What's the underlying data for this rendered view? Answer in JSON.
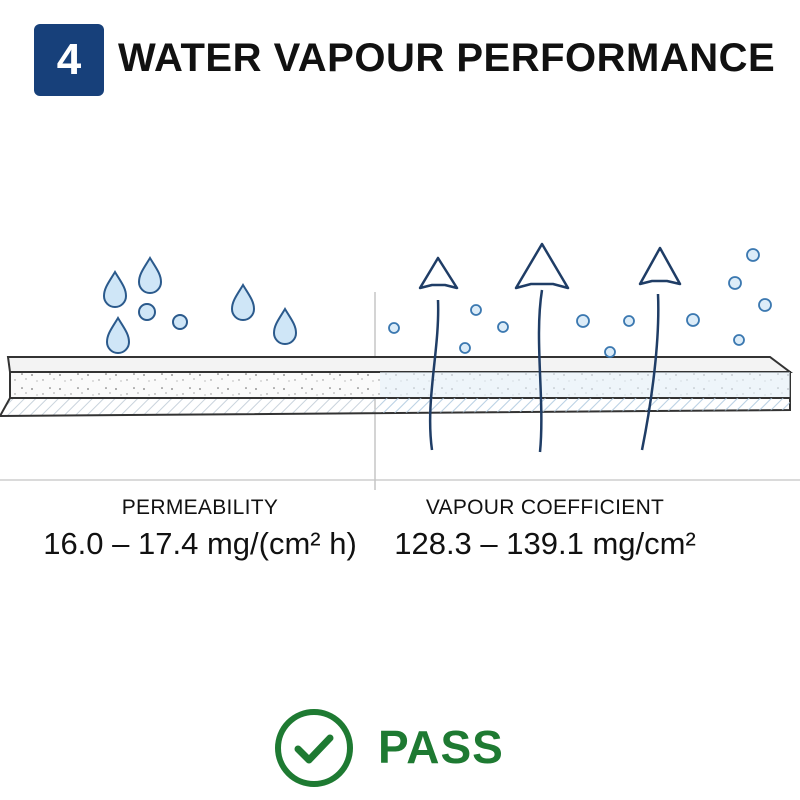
{
  "header": {
    "step_number": "4",
    "title": "WATER VAPOUR PERFORMANCE"
  },
  "metrics": {
    "permeability": {
      "label": "PERMEABILITY",
      "value": "16.0 – 17.4 mg/(cm² h)"
    },
    "vapour_coefficient": {
      "label": "VAPOUR COEFFICIENT",
      "value": "128.3 – 139.1 mg/cm²"
    }
  },
  "result": {
    "label": "PASS",
    "icon": "check-circle-icon"
  },
  "colors": {
    "badge": "#17407a",
    "arrow": "#1f3d66",
    "droplet_fill": "#cfe6f7",
    "droplet_stroke": "#2b5a8c",
    "pass": "#1e7a32"
  }
}
